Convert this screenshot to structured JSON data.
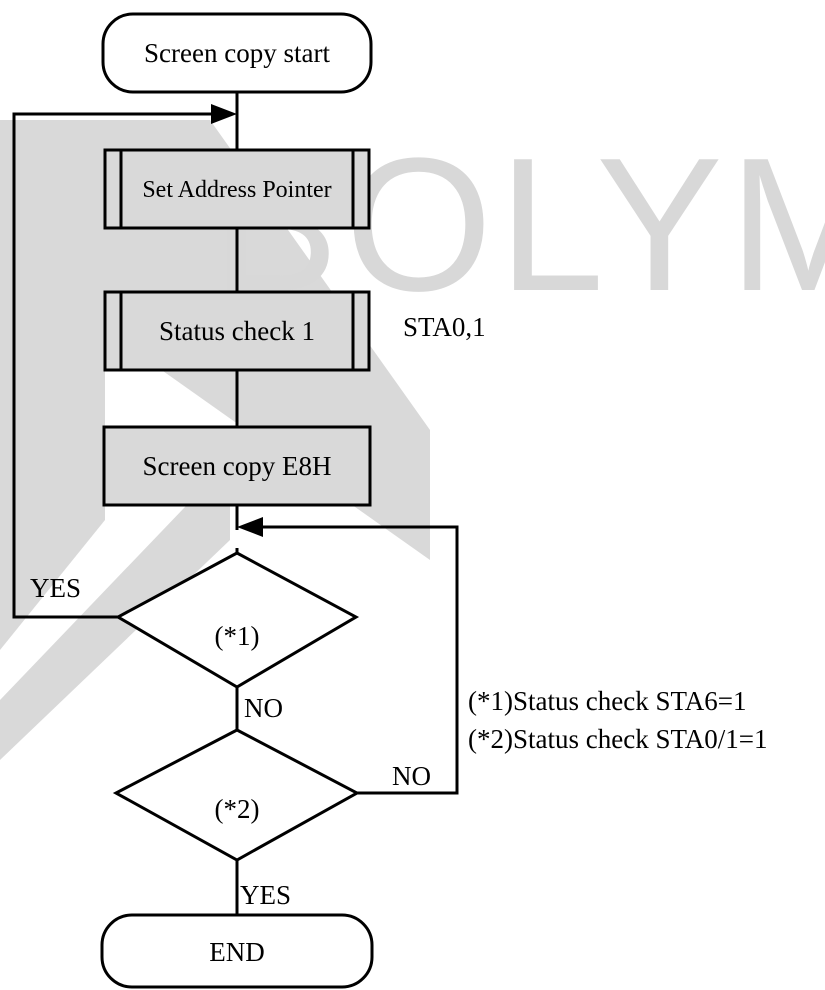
{
  "watermark": {
    "text": "BOLYM",
    "color": "#d9d9d9"
  },
  "colors": {
    "box_fill": "#d9d9d9",
    "line": "#000000",
    "background": "#ffffff"
  },
  "flowchart": {
    "start": "Screen copy start",
    "set_address": "Set Address Pointer",
    "status_check": "Status check 1",
    "status_note": "STA0,1",
    "screen_copy": "Screen copy E8H",
    "decision1": "(*1)",
    "decision1_yes": "YES",
    "decision1_no": "NO",
    "decision2": "(*2)",
    "decision2_no": "NO",
    "decision2_yes": "YES",
    "end": "END"
  },
  "notes": {
    "note1": "(*1)Status check STA6=1",
    "note2": "(*2)Status check STA0/1=1"
  }
}
